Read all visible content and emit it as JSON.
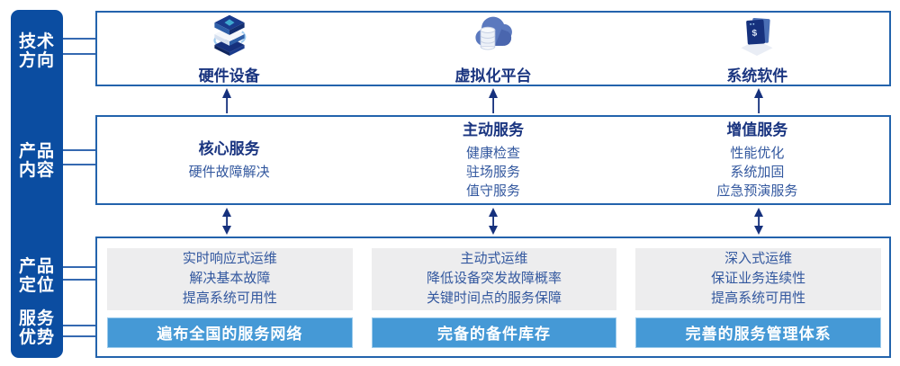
{
  "sidebar": {
    "items": [
      {
        "label": "技术\n方向"
      },
      {
        "label": "产品\n内容"
      },
      {
        "label": "产品\n定位"
      },
      {
        "label": "服务\n优势"
      }
    ]
  },
  "tech_row": {
    "items": [
      {
        "icon": "server-stack-icon",
        "label": "硬件设备"
      },
      {
        "icon": "cloud-database-icon",
        "label": "虚拟化平台"
      },
      {
        "icon": "code-window-icon",
        "label": "系统软件"
      }
    ]
  },
  "service_row": {
    "columns": [
      {
        "title": "核心服务",
        "items": [
          "硬件故障解决"
        ]
      },
      {
        "title": "主动服务",
        "items": [
          "健康检查",
          "驻场服务",
          "值守服务"
        ]
      },
      {
        "title": "增值服务",
        "items": [
          "性能优化",
          "系统加固",
          "应急预演服务"
        ]
      }
    ]
  },
  "position_row": {
    "columns": [
      {
        "positioning": [
          "实时响应式运维",
          "解决基本故障",
          "提高系统可用性"
        ],
        "advantage": "遍布全国的服务网络"
      },
      {
        "positioning": [
          "主动式运维",
          "降低设备突发故障概率",
          "关键时间点的服务保障"
        ],
        "advantage": "完备的备件库存"
      },
      {
        "positioning": [
          "深入式运维",
          "保证业务连续性",
          "提高系统可用性"
        ],
        "advantage": "完善的服务管理体系"
      }
    ]
  },
  "colors": {
    "sidebar_blue": "#0B4DA1",
    "box_border": "#2363AC",
    "title_navy": "#1A3580",
    "body_blue": "#33589F",
    "bar_blue": "#4599D6",
    "gray_panel": "#EDEDEE",
    "arrow_navy": "#16317D",
    "connector_blue": "#3569B1"
  }
}
